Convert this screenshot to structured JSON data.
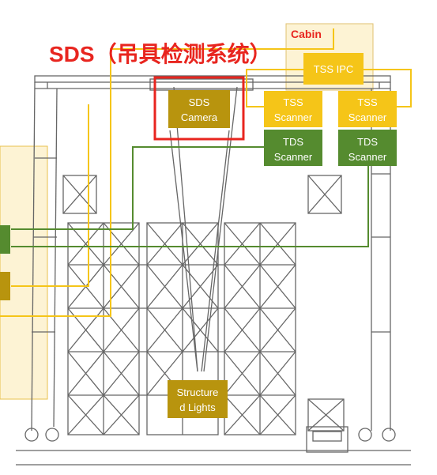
{
  "title": "SDS（吊具检测系统）",
  "cabin_label": "Cabin",
  "boxes": {
    "tss_ipc": "TSS IPC",
    "sds_camera": [
      "SDS",
      "Camera"
    ],
    "tss_scanner_left": [
      "TSS",
      "Scanner"
    ],
    "tss_scanner_right": [
      "TSS",
      "Scanner"
    ],
    "tds_scanner_left": [
      "TDS",
      "Scanner"
    ],
    "tds_scanner_right": [
      "TDS",
      "Scanner"
    ],
    "structured_lights": [
      "Structure",
      "d Lights"
    ]
  },
  "colors": {
    "yellow": "#f5c518",
    "gold": "#b8940e",
    "green": "#558b2f",
    "red": "#e8251f",
    "panel": "#fdf3d4",
    "steel": "#666666"
  }
}
